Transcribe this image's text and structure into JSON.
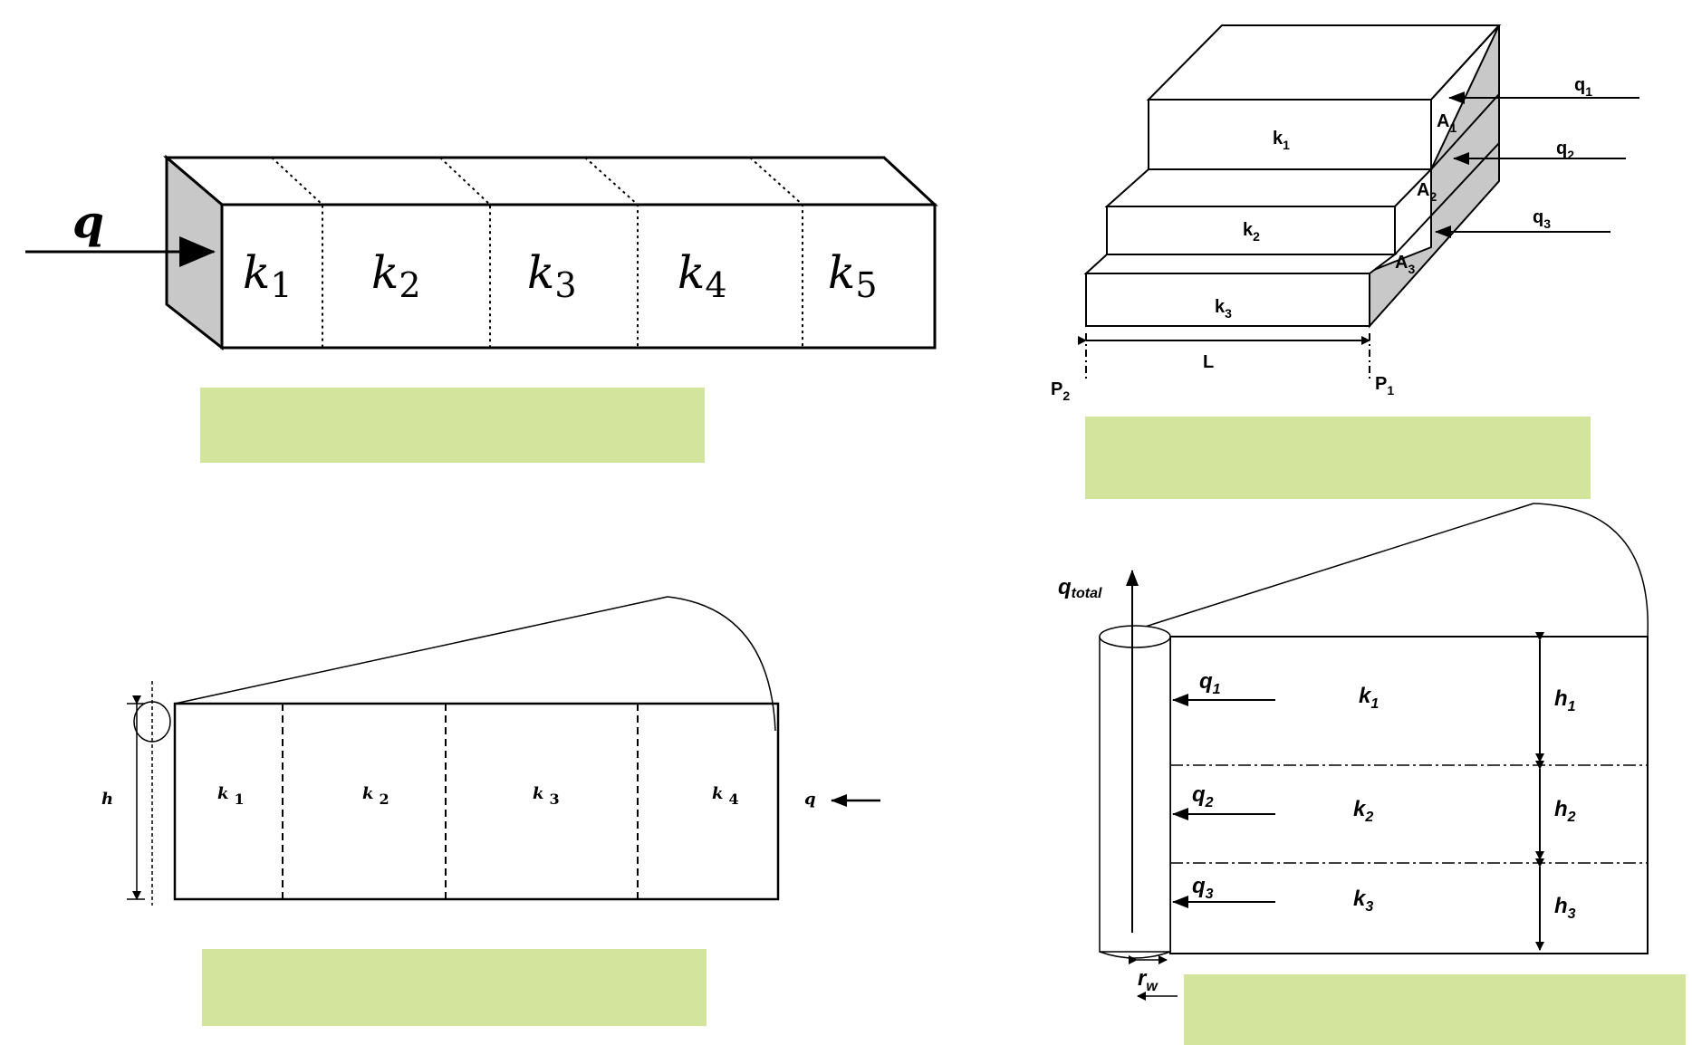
{
  "colors": {
    "caption_fill": "#d3e59d",
    "side_fill": "#cfcfcf",
    "side_fill_dark": "#a9a9a9",
    "line": "#000000"
  },
  "panel_linear_series": {
    "flow_label": "q",
    "blocks": [
      {
        "name": "k",
        "sub": "1"
      },
      {
        "name": "k",
        "sub": "2"
      },
      {
        "name": "k",
        "sub": "3"
      },
      {
        "name": "k",
        "sub": "4"
      },
      {
        "name": "k",
        "sub": "5"
      }
    ],
    "caption": ""
  },
  "panel_linear_parallel": {
    "layers": [
      {
        "k": "k",
        "k_sub": "1",
        "area": "A",
        "area_sub": "1",
        "flow": "q",
        "flow_sub": "1"
      },
      {
        "k": "k",
        "k_sub": "2",
        "area": "A",
        "area_sub": "2",
        "flow": "q",
        "flow_sub": "2"
      },
      {
        "k": "k",
        "k_sub": "3",
        "area": "A",
        "area_sub": "3",
        "flow": "q",
        "flow_sub": "3"
      }
    ],
    "length_label": "L",
    "p2": {
      "t": "P",
      "sub": "2"
    },
    "p1": {
      "t": "P",
      "sub": "1"
    },
    "caption": ""
  },
  "panel_radial_series": {
    "height_label": "h",
    "flow_label": "q",
    "blocks": [
      {
        "name": "k",
        "sub": "1"
      },
      {
        "name": "k",
        "sub": "2"
      },
      {
        "name": "k",
        "sub": "3"
      },
      {
        "name": "k",
        "sub": "4"
      }
    ],
    "caption": ""
  },
  "panel_radial_parallel": {
    "total_flow": {
      "t": "q",
      "sub": "total"
    },
    "well_radius": {
      "t": "r",
      "sub": "w"
    },
    "layers": [
      {
        "k": "k",
        "k_sub": "1",
        "flow": "q",
        "flow_sub": "1",
        "h": "h",
        "h_sub": "1"
      },
      {
        "k": "k",
        "k_sub": "2",
        "flow": "q",
        "flow_sub": "2",
        "h": "h",
        "h_sub": "2"
      },
      {
        "k": "k",
        "k_sub": "3",
        "flow": "q",
        "flow_sub": "3",
        "h": "h",
        "h_sub": "3"
      }
    ],
    "caption": ""
  }
}
